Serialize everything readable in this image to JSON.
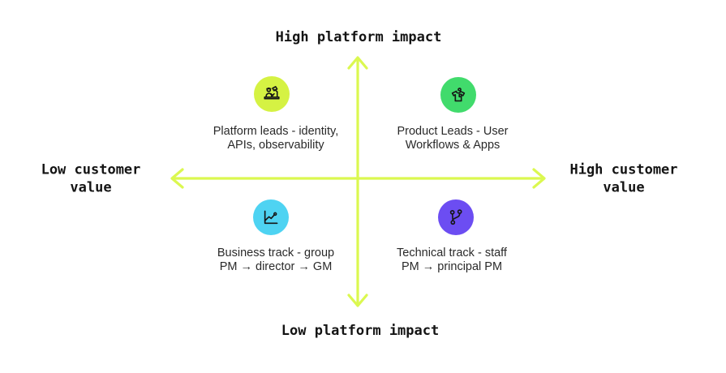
{
  "colors": {
    "axis": "#dbf850",
    "icon_stroke": "#161616",
    "quadrant_top_left_bg": "#d5f243",
    "quadrant_top_right_bg": "#41db6c",
    "quadrant_bottom_left_bg": "#4ed3f2",
    "quadrant_bottom_right_bg": "#6c4df2"
  },
  "axis_labels": {
    "top": "High platform impact",
    "bottom": "Low platform impact",
    "left_line1": "Low customer",
    "left_line2": "value",
    "right_line1": "High customer",
    "right_line2": "value"
  },
  "quadrants": {
    "top_left": {
      "icon": "worker-at-desk-icon",
      "line1": "Platform leads - identity,",
      "line2": "APIs, observability"
    },
    "top_right": {
      "icon": "tshirt-on-hanger-icon",
      "line1": "Product Leads - User",
      "line2": "Workflows & Apps"
    },
    "bottom_left": {
      "icon": "line-chart-icon",
      "line1": "Business track - group",
      "line2": "PM → director → GM"
    },
    "bottom_right": {
      "icon": "git-branch-icon",
      "line1": "Technical track - staff",
      "line2": "PM → principal PM"
    }
  }
}
